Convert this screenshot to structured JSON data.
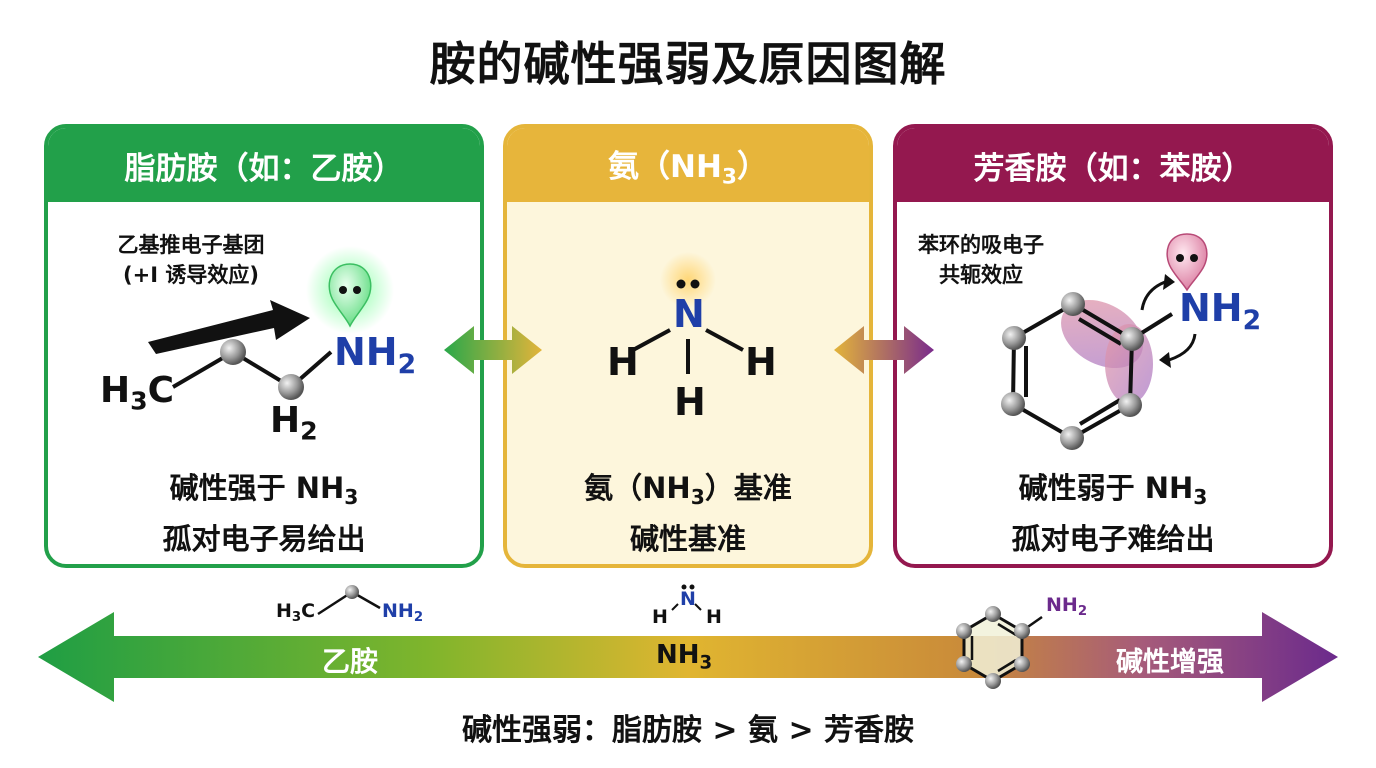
{
  "title": "胺的碱性强弱及原因图解",
  "panels": {
    "aliphatic": {
      "header_pre": "脂肪胺（如：乙胺）",
      "note_line1": "乙基推电子基团",
      "note_line2": "(+I 诱导效应)",
      "h3c": "H",
      "h3c_sub": "3",
      "h3c_c": "C",
      "h2": "H",
      "h2_sub": "2",
      "nh2": "NH",
      "nh2_sub": "2",
      "concl1_pre": "碱性强于 NH",
      "concl1_sub": "3",
      "concl2": "孤对电子易给出"
    },
    "ammonia": {
      "header_pre": "氨（NH",
      "header_sub": "3",
      "header_post": "）",
      "n": "N",
      "h": "H",
      "concl1_pre": "氨（NH",
      "concl1_sub": "3",
      "concl1_post": "）基准",
      "concl2": "碱性基准"
    },
    "aromatic": {
      "header_pre": "芳香胺（如：苯胺）",
      "note_line1": "苯环的吸电子",
      "note_line2": "共轭效应",
      "nh2": "NH",
      "nh2_sub": "2",
      "concl1_pre": "碱性弱于 NH",
      "concl1_sub": "3",
      "concl2": "孤对电子难给出"
    }
  },
  "scale": {
    "left_label": "乙胺",
    "mid_label": "NH",
    "mid_sub": "3",
    "right_label": "碱性增强",
    "ethyl_h3c": "H",
    "ethyl_h3c_sub": "3",
    "ethyl_c": "C",
    "ethyl_nh2": "NH",
    "ethyl_nh2_sub": "2",
    "nh3_h": "H",
    "nh3_n": "N",
    "aniline_nh2": "NH",
    "aniline_nh2_sub": "2"
  },
  "summary": "碱性强弱：脂肪胺 > 氨 > 芳香胺",
  "colors": {
    "green": "#22a04a",
    "gold": "#e7b53b",
    "purple": "#94184f",
    "nitrogen_blue": "#1f3fa8",
    "scale_purple": "#6b2a8c"
  }
}
